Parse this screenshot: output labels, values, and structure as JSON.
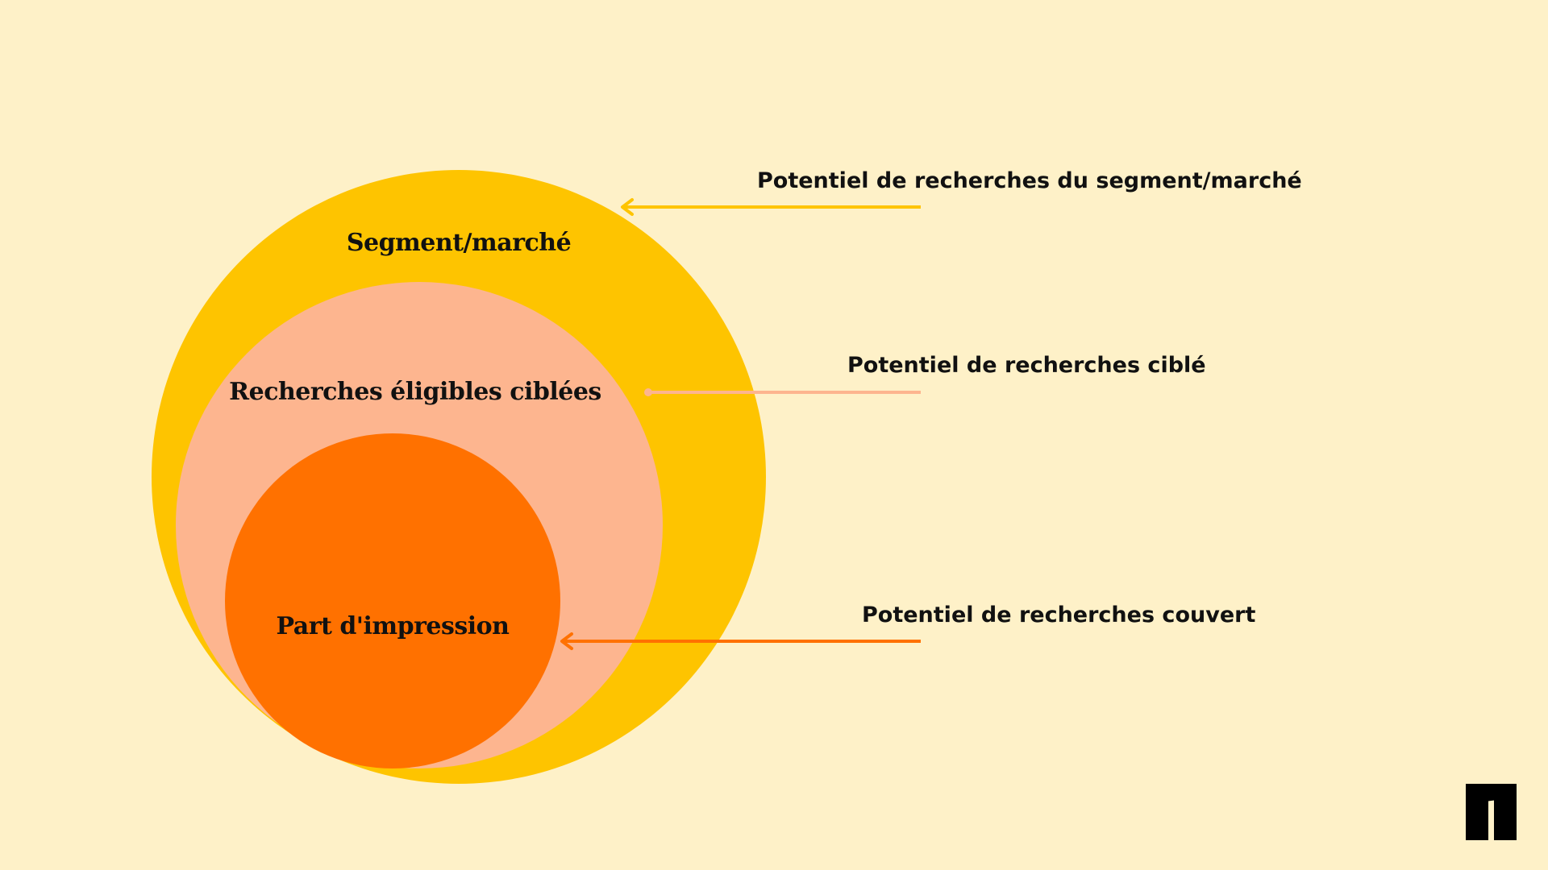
{
  "colors": {
    "background": "#FEF1C8",
    "segment": "#FEC400",
    "targeted": "#FDB58F",
    "impression": "#FF7100",
    "text": "#111111",
    "logo": "#000000"
  },
  "circles": {
    "segment": {
      "label": "Segment/marché"
    },
    "targeted": {
      "label": "Recherches éligibles ciblées"
    },
    "impression": {
      "label": "Part d'impression"
    }
  },
  "annotations": {
    "segment": {
      "text": "Potentiel de recherches du segment/marché"
    },
    "targeted": {
      "text": "Potentiel de recherches ciblé"
    },
    "covered": {
      "text": "Potentiel de recherches couvert"
    }
  },
  "logo": {
    "icon": "brand-logo-icon"
  }
}
